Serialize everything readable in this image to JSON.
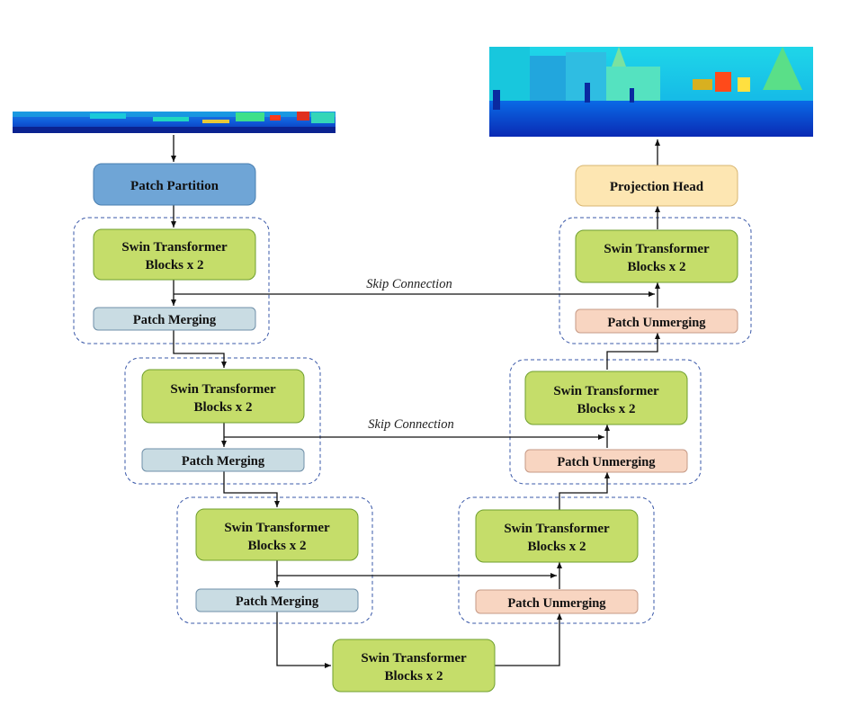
{
  "input_image": {
    "description": "depth-map"
  },
  "output_image": {
    "description": "depth-map"
  },
  "patch_partition": {
    "label": "Patch Partition"
  },
  "projection_head": {
    "label": "Projection Head"
  },
  "encoder": [
    {
      "block_line1": "Swin Transformer",
      "block_line2": "Blocks x 2",
      "merge_label": "Patch Merging"
    },
    {
      "block_line1": "Swin Transformer",
      "block_line2": "Blocks x 2",
      "merge_label": "Patch Merging"
    },
    {
      "block_line1": "Swin Transformer",
      "block_line2": "Blocks x 2",
      "merge_label": "Patch Merging"
    }
  ],
  "bottleneck": {
    "line1": "Swin Transformer",
    "line2": "Blocks x 2"
  },
  "decoder": [
    {
      "block_line1": "Swin Transformer",
      "block_line2": "Blocks x 2",
      "unmerge_label": "Patch Unmerging"
    },
    {
      "block_line1": "Swin Transformer",
      "block_line2": "Blocks x 2",
      "unmerge_label": "Patch Unmerging"
    },
    {
      "block_line1": "Swin Transformer",
      "block_line2": "Blocks x 2",
      "unmerge_label": "Patch Unmerging"
    }
  ],
  "skip_connections": [
    {
      "label": "Skip Connection"
    },
    {
      "label": "Skip Connection"
    },
    {
      "label": ""
    }
  ],
  "colors": {
    "swin_block": "#c5dd6a",
    "swin_block_border": "#6f9f2e",
    "patch_merging": "#c9dce3",
    "patch_merging_border": "#6f8fa8",
    "patch_unmerging": "#f8d5c1",
    "patch_unmerging_border": "#c69a86",
    "patch_partition": "#6fa5d6",
    "patch_partition_border": "#4a7fb0",
    "projection_head": "#fde6b2",
    "projection_head_border": "#d8b672",
    "group_border": "#3a58a8"
  }
}
